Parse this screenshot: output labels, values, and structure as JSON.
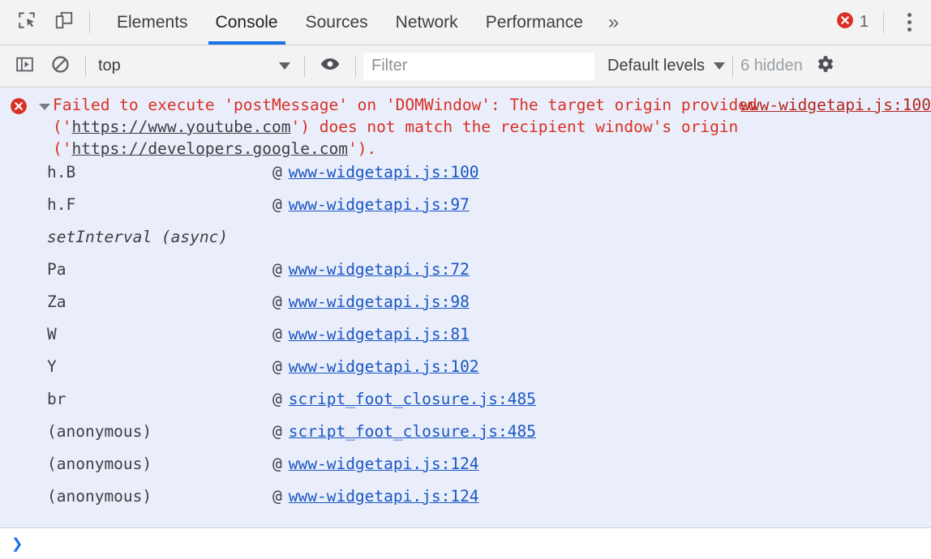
{
  "tabbar": {
    "icons": [
      {
        "name": "inspect-element-icon",
        "title": "Inspect element"
      },
      {
        "name": "device-toolbar-icon",
        "title": "Toggle device toolbar"
      }
    ],
    "tabs": [
      {
        "label": "Elements",
        "active": false
      },
      {
        "label": "Console",
        "active": true
      },
      {
        "label": "Sources",
        "active": false
      },
      {
        "label": "Network",
        "active": false
      },
      {
        "label": "Performance",
        "active": false
      }
    ],
    "more_label": "»",
    "error_count": "1",
    "error_icon": "error-circle-icon",
    "menu_icon": "kebab-menu-icon",
    "accent_color": "#1a73e8"
  },
  "console_toolbar": {
    "sidebar_toggle_icon": "console-sidebar-toggle-icon",
    "clear_icon": "clear-console-icon",
    "context": "top",
    "eye_icon": "live-expression-eye-icon",
    "filter_placeholder": "Filter",
    "filter_value": "",
    "levels_label": "Default levels",
    "hidden_label": "6 hidden",
    "settings_icon": "settings-gear-icon"
  },
  "console": {
    "error": {
      "icon": "error-circle-icon",
      "expanded": true,
      "text_parts": [
        {
          "type": "text",
          "value": "Failed to execute 'postMessage' on 'DOMWindow': The target origin provided ('"
        },
        {
          "type": "url",
          "value": "https://www.youtube.com"
        },
        {
          "type": "text",
          "value": "') does not match the recipient window's origin ('"
        },
        {
          "type": "url",
          "value": "https://developers.google.com"
        },
        {
          "type": "text",
          "value": "')."
        }
      ],
      "full_text": "Failed to execute 'postMessage' on 'DOMWindow': The target origin provided ('https://www.youtube.com') does not match the recipient window's origin ('https://developers.google.com').",
      "source_link": "www-widgetapi.js:100",
      "background_color": "#e9eefa",
      "text_color": "#d93025"
    },
    "stack": [
      {
        "fn": "h.B",
        "at": "@",
        "link": "www-widgetapi.js:100",
        "async": false
      },
      {
        "fn": "h.F",
        "at": "@",
        "link": "www-widgetapi.js:97",
        "async": false
      },
      {
        "fn": "setInterval (async)",
        "at": "",
        "link": "",
        "async": true
      },
      {
        "fn": "Pa",
        "at": "@",
        "link": "www-widgetapi.js:72",
        "async": false
      },
      {
        "fn": "Za",
        "at": "@",
        "link": "www-widgetapi.js:98",
        "async": false
      },
      {
        "fn": "W",
        "at": "@",
        "link": "www-widgetapi.js:81",
        "async": false
      },
      {
        "fn": "Y",
        "at": "@",
        "link": "www-widgetapi.js:102",
        "async": false
      },
      {
        "fn": "br",
        "at": "@",
        "link": "script_foot_closure.js:485",
        "async": false
      },
      {
        "fn": "(anonymous)",
        "at": "@",
        "link": "script_foot_closure.js:485",
        "async": false
      },
      {
        "fn": "(anonymous)",
        "at": "@",
        "link": "www-widgetapi.js:124",
        "async": false
      },
      {
        "fn": "(anonymous)",
        "at": "@",
        "link": "www-widgetapi.js:124",
        "async": false
      }
    ],
    "prompt": {
      "chevron": "❯",
      "value": ""
    }
  }
}
